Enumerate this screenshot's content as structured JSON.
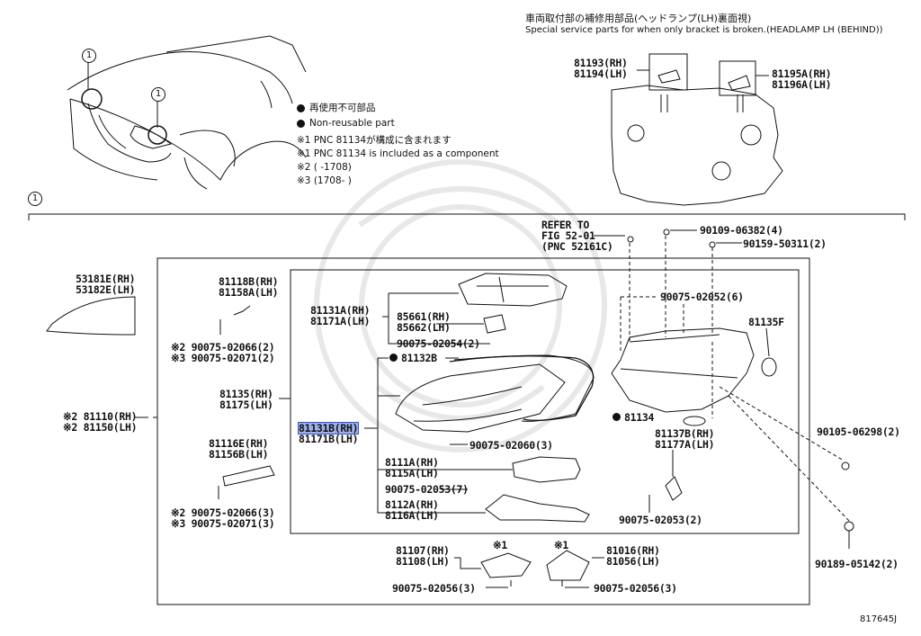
{
  "header": {
    "special_jp": "車両取付部の補修用部品(ヘッドランプ(LH)裏面視)",
    "special_en": "Special service parts for when only bracket is broken.(HEADLAMP LH (BEHIND))"
  },
  "legend": {
    "nonreusable_jp": "再使用不可部品",
    "nonreusable_en": "Non-reusable part",
    "note1_jp": "※1 PNC 81134が構成に含まれます",
    "note1_en": "※1 PNC 81134 is included as a component",
    "note2": "※2 (     -1708)",
    "note3": "※3 (1708-     )"
  },
  "callout_marker": "1",
  "refer": {
    "line1": "REFER TO",
    "line2": "FIG 52-01",
    "line3": "(PNC 52161C)"
  },
  "drawing_number": "817645J",
  "parts": {
    "p81193": [
      "81193(RH)",
      "81194(LH)"
    ],
    "p81195": [
      "81195A(RH)",
      "81196A(LH)"
    ],
    "p53181": [
      "53181E(RH)",
      "53182E(LH)"
    ],
    "p81110": [
      "※2 81110(RH)",
      "※2 81150(LH)"
    ],
    "p81118": [
      "81118B(RH)",
      "81158A(LH)"
    ],
    "p81118_bolts": [
      "※2 90075-02066(2)",
      "※3 90075-02071(2)"
    ],
    "p81116": [
      "81116E(RH)",
      "81156B(LH)"
    ],
    "p81116_bolts": [
      "※2 90075-02066(3)",
      "※3 90075-02071(3)"
    ],
    "p81135": [
      "81135(RH)",
      "81175(LH)"
    ],
    "p81131B": [
      "81131B(RH)",
      "81171B(LH)"
    ],
    "p81131A": [
      "81131A(RH)",
      "81171A(LH)"
    ],
    "p85661": [
      "85661(RH)",
      "85662(LH)"
    ],
    "p90075_02054": "90075-02054(2)",
    "p81132B": "81132B",
    "p90075_02060": "90075-02060(3)",
    "p8111A": [
      "8111A(RH)",
      "8115A(LH)"
    ],
    "p90075_02053_7": "90075-02053(7)",
    "p8112A": [
      "8112A(RH)",
      "8116A(LH)"
    ],
    "p90109": "90109-06382(4)",
    "p90159": "90159-50311(2)",
    "p90075_02052": "90075-02052(6)",
    "p81135F": "81135F",
    "p81134": "81134",
    "p81137B": [
      "81137B(RH)",
      "81177A(LH)"
    ],
    "p90075_02053_2": "90075-02053(2)",
    "p90105": "90105-06298(2)",
    "p90189": "90189-05142(2)",
    "p81107": [
      "81107(RH)",
      "81108(LH)"
    ],
    "p81107_note": "※1",
    "p81016": [
      "81016(RH)",
      "81056(LH)"
    ],
    "p81016_note": "※1",
    "p90075_02056a": "90075-02056(3)",
    "p90075_02056b": "90075-02056(3)"
  }
}
